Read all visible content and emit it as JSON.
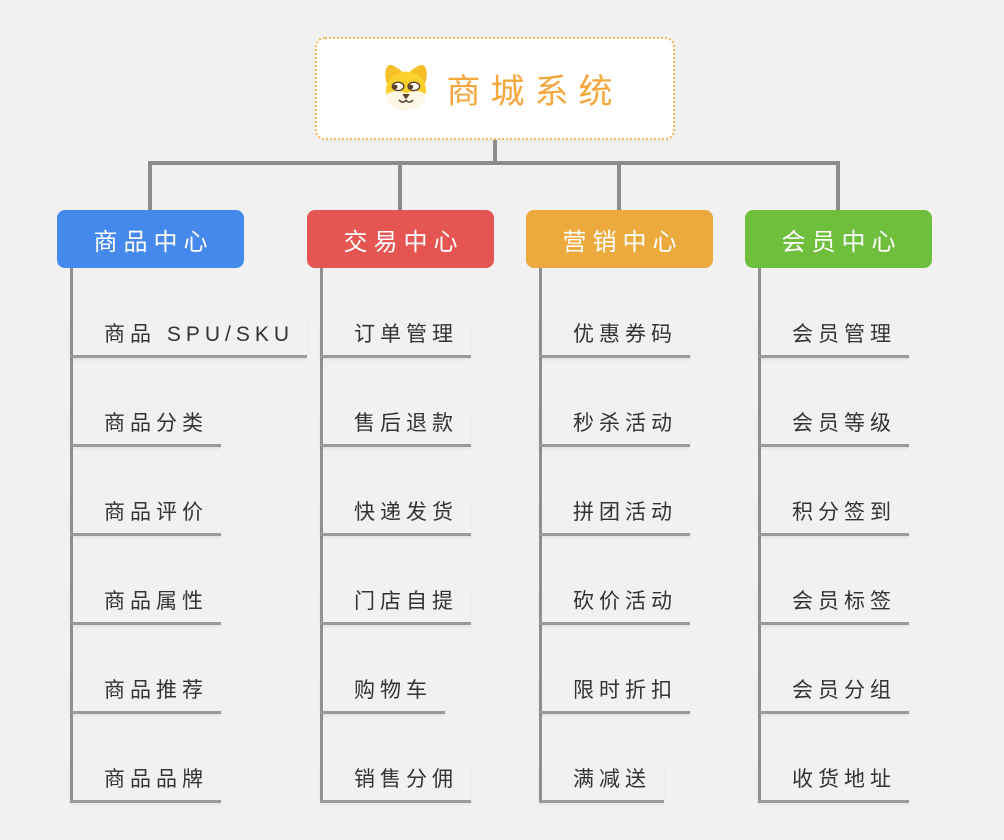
{
  "page": {
    "background_color": "#f1f1f1",
    "connector_color": "#8c8c8c",
    "underline_color": "#9a9a9a",
    "leaf_text_color": "#333333"
  },
  "root": {
    "label": "商城系统",
    "icon": "dog-face-icon",
    "text_color": "#f5a73c",
    "border_color": "#f7b254",
    "background": "#ffffff"
  },
  "branches": [
    {
      "label": "商品中心",
      "color": "#4589ec",
      "items": [
        "商品 SPU/SKU",
        "商品分类",
        "商品评价",
        "商品属性",
        "商品推荐",
        "商品品牌"
      ]
    },
    {
      "label": "交易中心",
      "color": "#e55652",
      "items": [
        "订单管理",
        "售后退款",
        "快递发货",
        "门店自提",
        "购物车",
        "销售分佣"
      ]
    },
    {
      "label": "营销中心",
      "color": "#ecaa3e",
      "items": [
        "优惠券码",
        "秒杀活动",
        "拼团活动",
        "砍价活动",
        "限时折扣",
        "满减送"
      ]
    },
    {
      "label": "会员中心",
      "color": "#6fbf3d",
      "items": [
        "会员管理",
        "会员等级",
        "积分签到",
        "会员标签",
        "会员分组",
        "收货地址"
      ]
    }
  ]
}
